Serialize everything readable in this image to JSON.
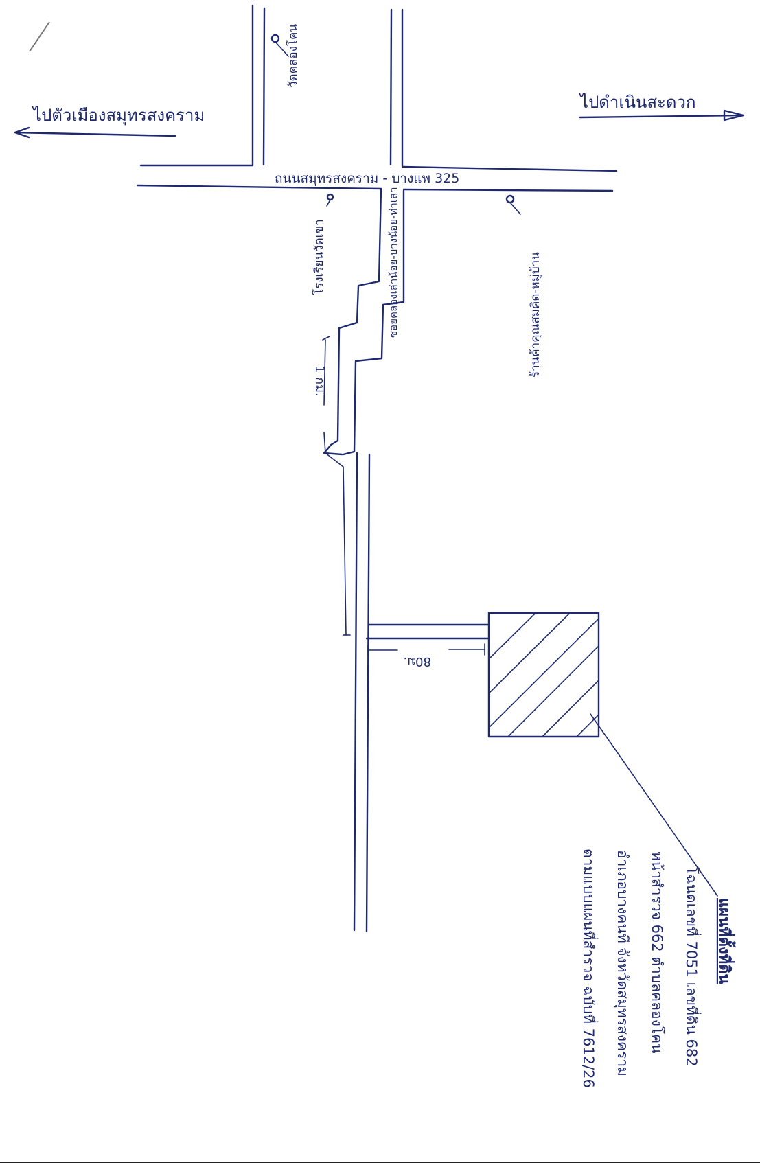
{
  "labels": {
    "to_city": "ไปตัวเมืองสมุทรสงคราม",
    "to_damnoen": "ไปดำเนินสะดวก",
    "main_road": "ถนนสมุทรสงคราม - บางแพ 325",
    "side_road": "ซอยคลองเล่าน้อย-บางน้อย-ท่าเลา",
    "school": "โรงเรียนวัดเขา",
    "temple": "วัดคลองโคน",
    "shop": "ร้านค้าคุณสมคิด-หมู่บ้าน",
    "distance_km": "1 กม.",
    "distance_m": "80ม.",
    "note_title": "แผนที่ตั้งที่ดิน",
    "note_line1": "โฉนดเลขที่ 7051 เลขที่ดิน 682",
    "note_line2": "หน้าสำรวจ 662 ตำบลคลองโคน",
    "note_line3": "อำเภอบางคนที จังหวัดสมุทรสงคราม",
    "note_line4": "ตามแบบแผนที่สำรวจ ฉบับที่ 7612/26"
  },
  "colors": {
    "ink": "#1f2a6e",
    "paper": "#ffffff"
  }
}
